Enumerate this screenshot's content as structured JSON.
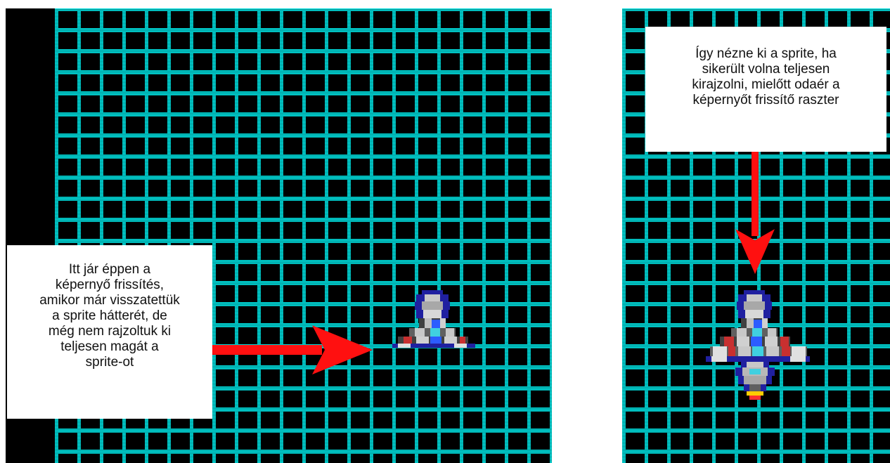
{
  "annotations": {
    "left_box": {
      "lines": [
        "Itt jár éppen a",
        "képernyő frissítés,",
        "amikor már visszatettük",
        "a sprite hátterét, de",
        "még nem rajzoltuk ki",
        "teljesen magát a",
        "sprite-ot"
      ]
    },
    "right_box": {
      "lines": [
        "Így nézne ki a sprite, ha",
        "sikerült volna teljesen",
        "kirajzolni, mielőtt odaér a",
        "képernyőt frissítő raszter"
      ]
    }
  },
  "colors": {
    "background": "#000000",
    "grid": "#00e0e0",
    "arrow": "#ff0000",
    "label_bg": "#ffffff"
  },
  "icons": [
    "spaceship-sprite-partial",
    "spaceship-sprite-complete",
    "red-arrow-right",
    "red-arrow-down"
  ]
}
